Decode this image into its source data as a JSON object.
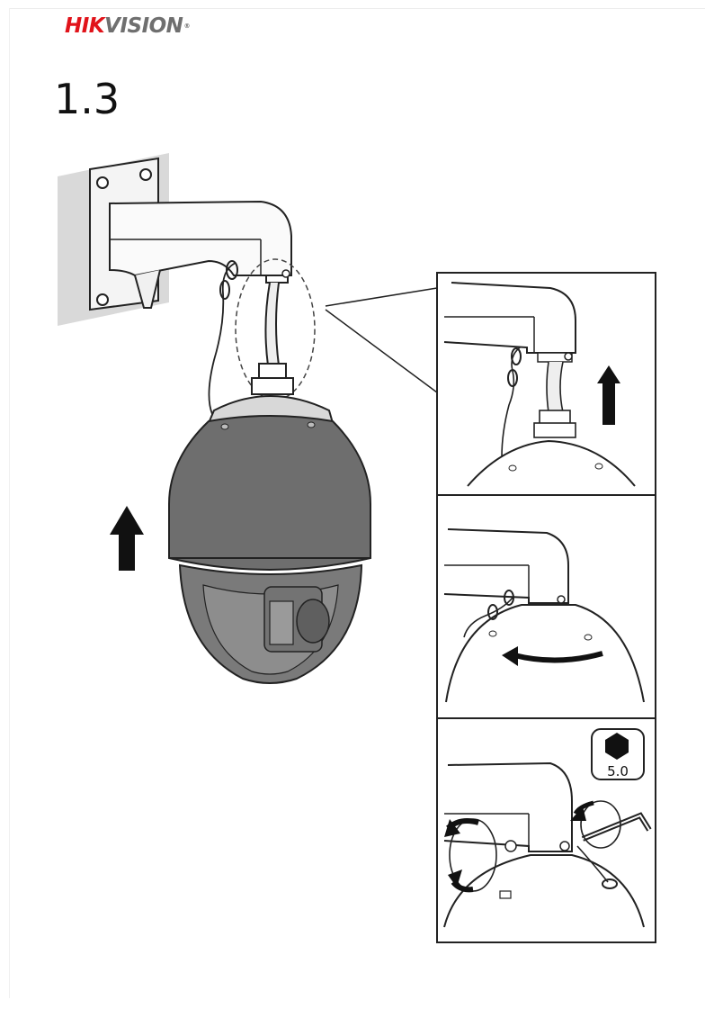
{
  "header": {
    "brand_red": "HIK",
    "brand_grey": "VISION",
    "brand_mark": "®"
  },
  "step_number": "1.3",
  "detail_panels": {
    "hex_key_size": "5.0"
  },
  "colors": {
    "brand_red": "#e1131a",
    "housing_dark": "#6e6e6e",
    "wall_grey": "#d9d9d9"
  }
}
